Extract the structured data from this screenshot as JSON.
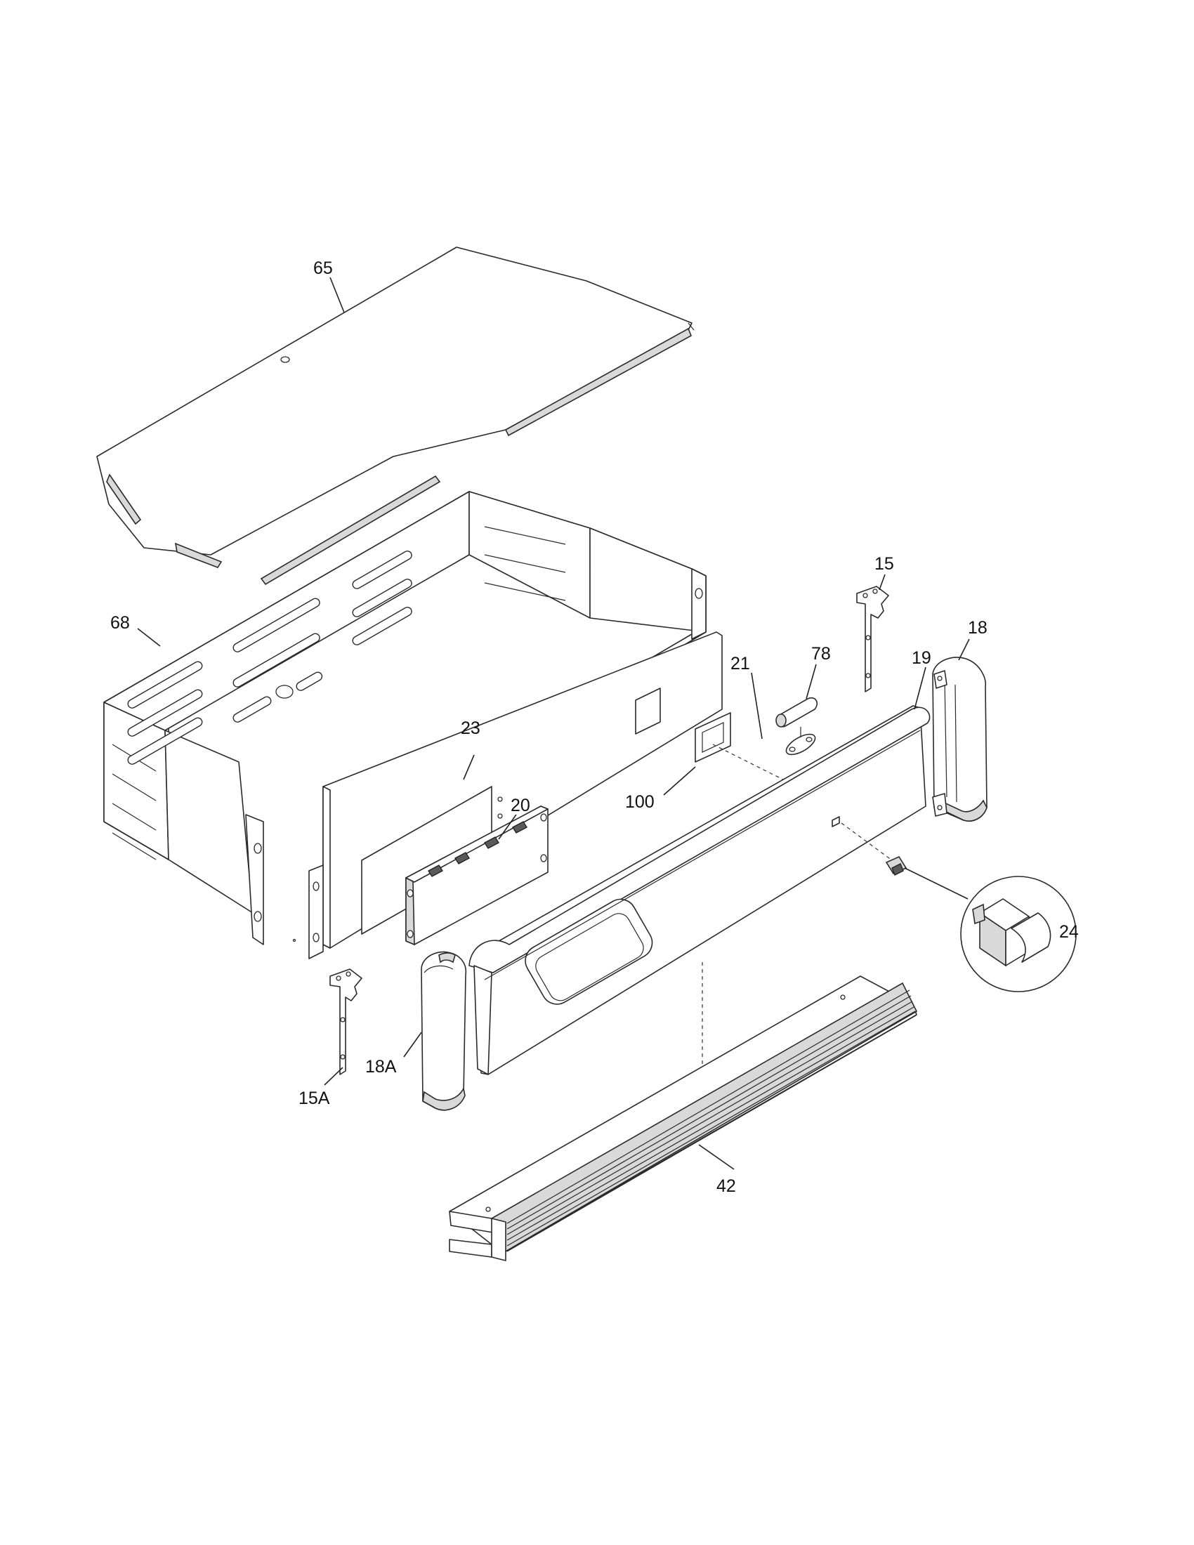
{
  "callouts": {
    "p65": "65",
    "p68": "68",
    "p23": "23",
    "p20": "20",
    "p100": "100",
    "p21": "21",
    "p78": "78",
    "p15": "15",
    "p18": "18",
    "p19": "19",
    "p24": "24",
    "p18A": "18A",
    "p15A": "15A",
    "p42": "42"
  }
}
